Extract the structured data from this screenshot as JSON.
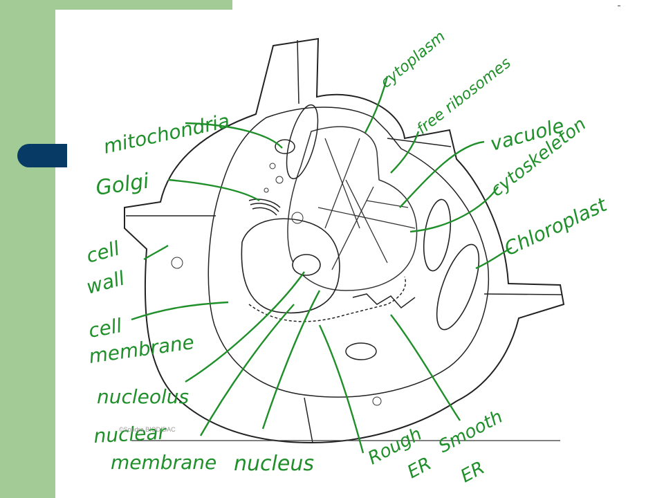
{
  "labels": {
    "cytoplasm": "cytoplasm",
    "free_ribosomes": "free ribosomes",
    "mitochondria": "mitochondria",
    "vacuole": "vacuole",
    "golgi": "Golgi",
    "cytoskeleton": "cytoskeleton",
    "chloroplast": "Chloroplast",
    "cell_wall_1": "cell",
    "cell_wall_2": "wall",
    "cell_membrane_1": "cell",
    "cell_membrane_2": "membrane",
    "nucleolus": "nucleolus",
    "nuclear_membrane_1": "nuclear",
    "nuclear_membrane_2": "membrane",
    "nucleus": "nucleus",
    "rough_er_1": "Rough",
    "rough_er_2": "ER",
    "smooth_er_1": "Smooth",
    "smooth_er_2": "ER"
  },
  "credit": "©Sondra BIODIDAC",
  "colors": {
    "label": "#1f8f2a",
    "band": "#a3cb96",
    "pill": "#073b66"
  }
}
